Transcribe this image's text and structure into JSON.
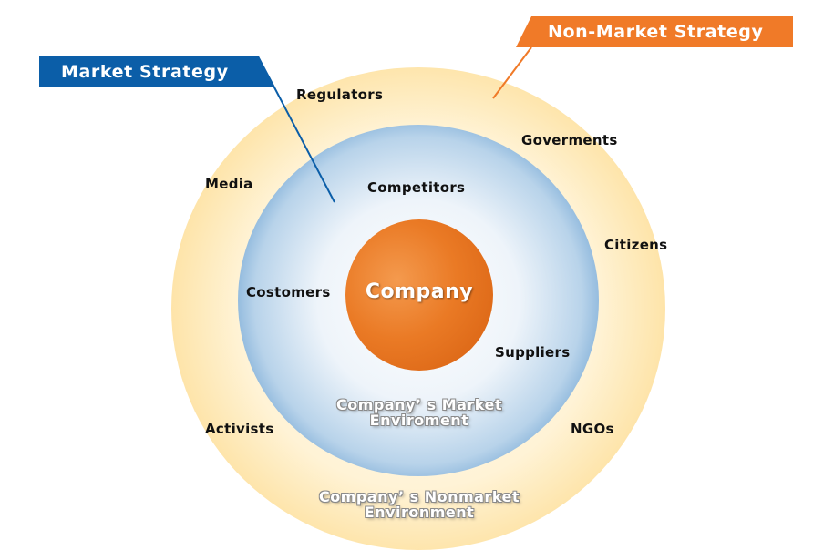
{
  "banners": {
    "market": "Market Strategy",
    "nonmarket": "Non-Market Strategy"
  },
  "core": {
    "label": "Company"
  },
  "market_environment": {
    "line1": "Company’ s Market",
    "line2": "Enviroment",
    "actors": {
      "competitors": "Competitors",
      "customers": "Costomers",
      "suppliers": "Suppliers"
    }
  },
  "nonmarket_environment": {
    "line1": "Company’ s Nonmarket",
    "line2": "Environment",
    "actors": {
      "regulators": "Regulators",
      "governments": "Goverments",
      "media": "Media",
      "citizens": "Citizens",
      "activists": "Activists",
      "ngos": "NGOs"
    }
  },
  "colors": {
    "market_blue": "#0b5ea8",
    "nonmarket_orange": "#f07a28",
    "outer_ring": "#f8c24a",
    "core": "#ea7a25"
  }
}
